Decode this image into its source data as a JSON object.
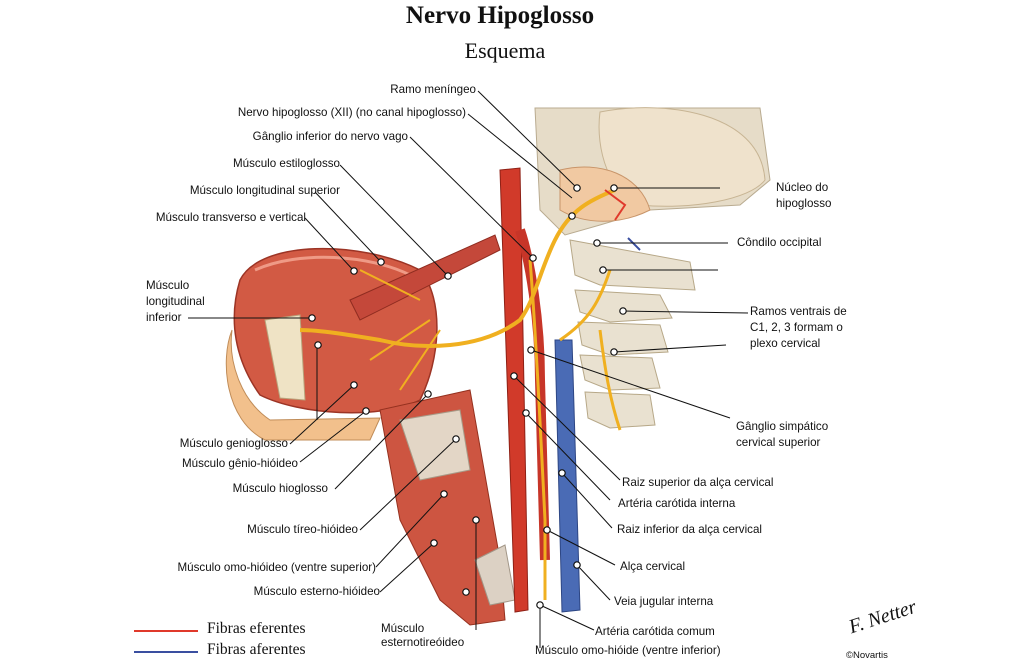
{
  "title": "Nervo Hipoglosso",
  "subtitle": "Esquema",
  "labels": {
    "ramo_meningeo": "Ramo meníngeo",
    "nervo_hipoglosso_canal": "Nervo hipoglosso (XII) (no canal hipoglosso)",
    "ganglio_inferior_vago": "Gânglio inferior do nervo vago",
    "musculo_estiloglosso": "Músculo estiloglosso",
    "musculo_longitudinal_superior": "Músculo longitudinal superior",
    "musculo_transverso_vertical": "Músculo transverso e vertical",
    "musculo_longitudinal_inferior": [
      "Músculo",
      "longitudinal",
      "inferior"
    ],
    "musculo_genioglosso": "Músculo genioglosso",
    "musculo_genio_hioideo": "Músculo gênio-hióideo",
    "musculo_hioglosso": "Músculo hioglosso",
    "musculo_tireo_hioideo": "Músculo tíreo-hióideo",
    "musculo_omo_hioideo_superior": "Músculo omo-hióideo (ventre superior)",
    "musculo_esterno_hioideo": "Músculo esterno-hióideo",
    "musculo_esternotireoideo": [
      "Músculo",
      "esternotireóideo"
    ],
    "musculo_omo_hioide_inferior": "Músculo omo-hióide (ventre inferior)",
    "nucleo_hipoglosso": [
      "Núcleo do",
      "hipoglosso"
    ],
    "condilo_occipital": "Côndilo occipital",
    "ramos_ventrais": [
      "Ramos ventrais de",
      "C1, 2, 3 formam o",
      "plexo cervical"
    ],
    "ganglio_simpatico": [
      "Gânglio simpático",
      "cervical superior"
    ],
    "raiz_superior_alca": "Raiz superior da alça cervical",
    "arteria_carotida_interna": "Artéria carótida interna",
    "raiz_inferior_alca": "Raiz inferior da alça cervical",
    "alca_cervical": "Alça cervical",
    "veia_jugular_interna": "Veia jugular interna",
    "arteria_carotida_comum": "Artéria carótida comum"
  },
  "legend": [
    {
      "label": "Fibras eferentes",
      "color": "#e0392b"
    },
    {
      "label": "Fibras aferentes",
      "color": "#3a4fa0"
    }
  ],
  "signature": {
    "mark": "F. Netter",
    "copyright": "©Novartis"
  },
  "colors": {
    "muscle": "#cf5a45",
    "muscle_dark": "#a8382b",
    "nerve": "#f0b020",
    "bone": "#e8e0cf",
    "vein": "#4a6bb5",
    "artery": "#d13a2a"
  }
}
